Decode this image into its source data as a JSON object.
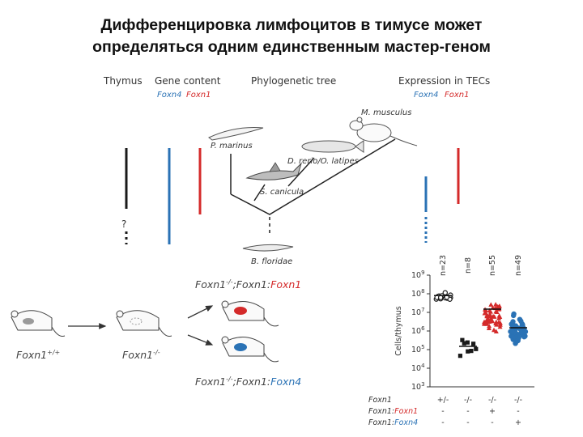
{
  "title_line1": "Дифференцировка лимфоцитов в тимусе может",
  "title_line2": "определяться одним единственным мастер-геном",
  "headers": {
    "thymus": "Thymus",
    "gene_content": "Gene content",
    "phylo_tree": "Phylogenetic tree",
    "expression": "Expression in TECs",
    "foxn4": "Foxn4",
    "foxn1": "Foxn1"
  },
  "species": {
    "mouse": "M. musculus",
    "lamprey": "P. marinus",
    "fish": "D. rerio/O. latipes",
    "shark": "S. canicula",
    "amphioxus": "B. floridae"
  },
  "thymus_unknown": "?",
  "genotypes": {
    "wt_base": "Foxn1",
    "wt_sup": "+/+",
    "ko_base": "Foxn1",
    "ko_sup": "-/-",
    "top_prefix": "Foxn1",
    "top_sup": "-/-",
    "top_mid": ";Foxn1:",
    "top_transgene": "Foxn1",
    "bottom_prefix": "Foxn1",
    "bottom_sup": "-/-",
    "bottom_mid": ";Foxn1:",
    "bottom_transgene": "Foxn4"
  },
  "colors": {
    "foxn4": "#2a72b5",
    "foxn1": "#d42a2a",
    "black": "#1a1a1a"
  },
  "chart_data": {
    "type": "scatter",
    "ylabel": "Cells/thymus",
    "yscale": "log",
    "ylim": [
      1000,
      1000000000
    ],
    "ytick_base": "10",
    "yticks": [
      {
        "exp": "9"
      },
      {
        "exp": "8"
      },
      {
        "exp": "7"
      },
      {
        "exp": "6"
      },
      {
        "exp": "5"
      },
      {
        "exp": "4"
      },
      {
        "exp": "3"
      }
    ],
    "row_labels": [
      "Foxn1",
      "Foxn1:Foxn1",
      "Foxn1:Foxn4"
    ],
    "row_label_parts": [
      {
        "a": "Foxn1",
        "b": ""
      },
      {
        "a": "Foxn1:",
        "b": "Foxn1"
      },
      {
        "a": "Foxn1:",
        "b": "Foxn4"
      }
    ],
    "groups": [
      {
        "n": "n=23",
        "genotype": "+/-",
        "tg_foxn1": "-",
        "tg_foxn4": "-",
        "color": "#1a1a1a",
        "marker": "circle",
        "median": 80000000,
        "log_center": 7.85,
        "spread": 0.25,
        "count": 23
      },
      {
        "n": "n=8",
        "genotype": "-/-",
        "tg_foxn1": "-",
        "tg_foxn4": "-",
        "color": "#1a1a1a",
        "marker": "square",
        "median": 150000,
        "log_center": 5.2,
        "spread": 0.55,
        "count": 8
      },
      {
        "n": "n=55",
        "genotype": "-/-",
        "tg_foxn1": "+",
        "tg_foxn4": "-",
        "color": "#d42a2a",
        "marker": "triangle",
        "median": 15000000,
        "log_center": 6.8,
        "spread": 0.95,
        "count": 55
      },
      {
        "n": "n=49",
        "genotype": "-/-",
        "tg_foxn1": "-",
        "tg_foxn4": "+",
        "color": "#2a72b5",
        "marker": "circle",
        "median": 1500000,
        "log_center": 6.1,
        "spread": 0.85,
        "count": 49
      }
    ]
  }
}
